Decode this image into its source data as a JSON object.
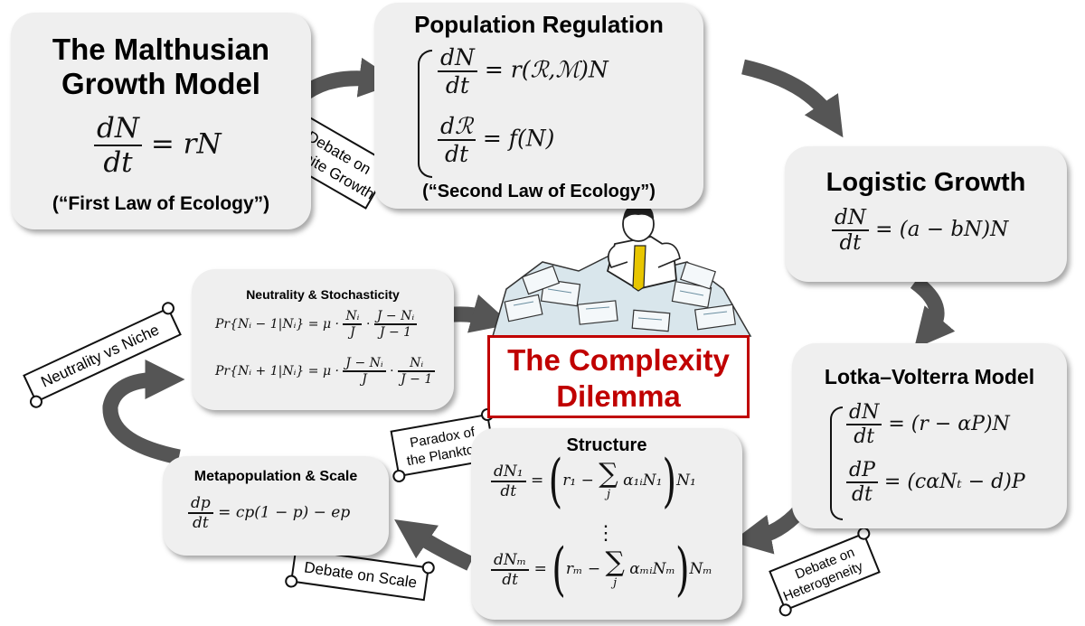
{
  "malthus": {
    "title_line1": "The Malthusian",
    "title_line2": "Growth Model",
    "eq_num": "dN",
    "eq_den": "dt",
    "eq_rhs": "= rN",
    "law": "(“First Law of Ecology”)"
  },
  "regulation": {
    "title": "Population Regulation",
    "eq1_num": "dN",
    "eq1_den": "dt",
    "eq1_rhs": "= r(ℛ,ℳ)N",
    "eq2_num": "dℛ",
    "eq2_den": "dt",
    "eq2_rhs": "= f(N)",
    "law": "(“Second Law of Ecology”)"
  },
  "logistic": {
    "title": "Logistic Growth",
    "eq_num": "dN",
    "eq_den": "dt",
    "eq_rhs": "= (a − bN)N"
  },
  "lotka": {
    "title": "Lotka–Volterra Model",
    "eq1_num": "dN",
    "eq1_den": "dt",
    "eq1_rhs": "= (r − αP)N",
    "eq2_num": "dP",
    "eq2_den": "dt",
    "eq2_rhs": "= (cαNₜ − d)P"
  },
  "structure": {
    "title": "Structure",
    "eq1_num": "dN₁",
    "eq1_den": "dt",
    "eq1_left": "= ",
    "eq1_r": "r₁ −",
    "eq1_sum_sub": "j",
    "eq1_term": "α₁ᵢN₁",
    "eq1_tail": "N₁",
    "dots": "⋮",
    "eqm_num": "dNₘ",
    "eqm_den": "dt",
    "eqm_left": "= ",
    "eqm_r": "rₘ −",
    "eqm_sum_sub": "j",
    "eqm_term": "αₘᵢNₘ",
    "eqm_tail": "Nₘ"
  },
  "metapop": {
    "title": "Metapopulation & Scale",
    "eq_num": "dp",
    "eq_den": "dt",
    "eq_rhs": "= cp(1 − p) − ep"
  },
  "neutrality": {
    "title": "Neutrality & Stochasticity",
    "eq1_lhs": "Pr{Nᵢ − 1|Nᵢ} = μ ·",
    "eq1_f1_num": "Nᵢ",
    "eq1_f1_den": "J",
    "eq1_dot": "·",
    "eq1_f2_num": "J − Nᵢ",
    "eq1_f2_den": "J − 1",
    "eq2_lhs": "Pr{Nᵢ + 1|Nᵢ} = μ ·",
    "eq2_f1_num": "J − Nᵢ",
    "eq2_f1_den": "J",
    "eq2_dot": "·",
    "eq2_f2_num": "Nᵢ",
    "eq2_f2_den": "J − 1"
  },
  "dilemma": {
    "line1": "The Complexity",
    "line2": "Dilemma"
  },
  "scrolls": {
    "finite_growth_line1": "Debate on",
    "finite_growth_line2": "Finite Growth",
    "neutrality_niche": "Neutrality vs Niche",
    "plankton_line1": "Paradox of",
    "plankton_line2": "the Plankton",
    "scale": "Debate on Scale",
    "heterogeneity_line1": "Debate on",
    "heterogeneity_line2": "Heterogeneity"
  },
  "colors": {
    "box_fill": "#efefef",
    "arrow": "#555555",
    "dilemma_red": "#c00000"
  }
}
